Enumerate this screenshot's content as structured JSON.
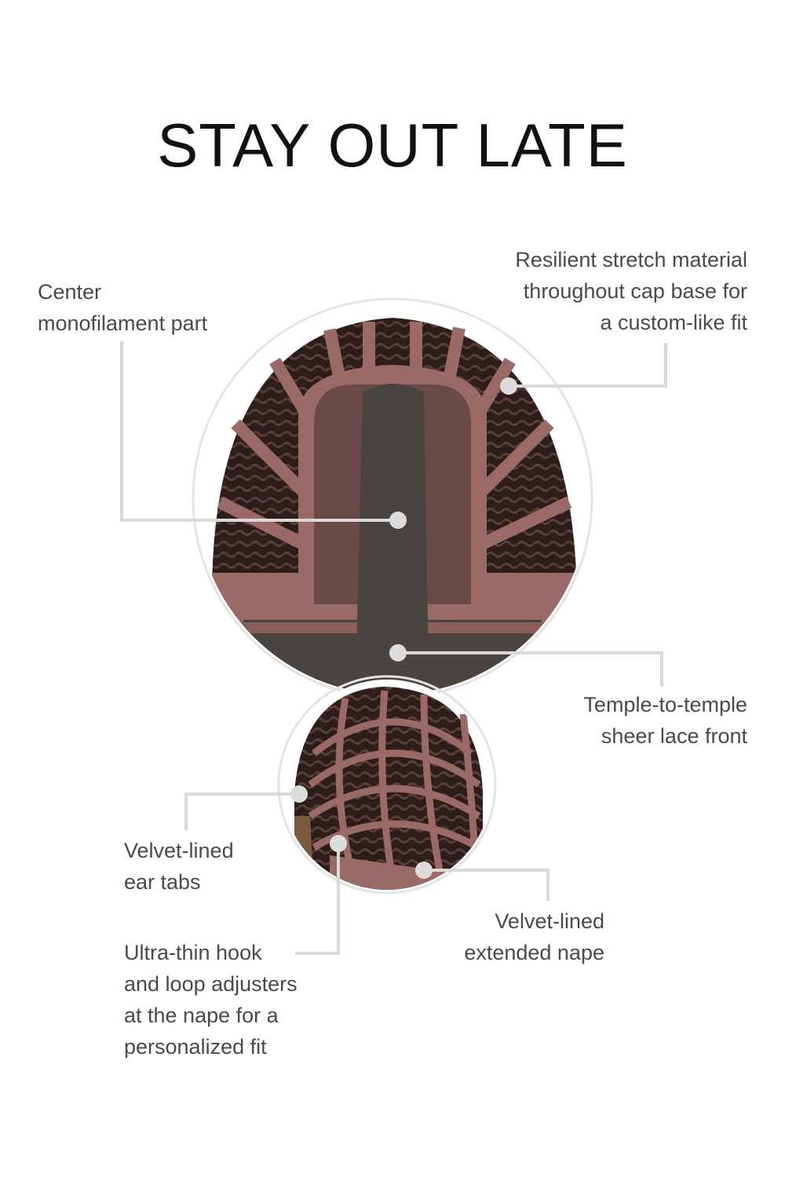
{
  "title": "STAY OUT LATE",
  "callouts": {
    "center_mono": [
      "Center",
      "monofilament part"
    ],
    "stretch": [
      "Resilient stretch material",
      "throughout cap base for",
      "a custom-like fit"
    ],
    "lace_front": [
      "Temple-to-temple",
      "sheer lace front"
    ],
    "ear_tabs": [
      "Velvet-lined",
      "ear tabs"
    ],
    "adjusters": [
      "Ultra-thin hook",
      "and loop adjusters",
      "at the nape for a",
      "personalized fit"
    ],
    "nape": [
      "Velvet-lined",
      "extended nape"
    ]
  },
  "colors": {
    "line": "#d9d9d9",
    "band": "#9a6a66",
    "hair": "#3a2622",
    "mono": "#4a4440"
  }
}
